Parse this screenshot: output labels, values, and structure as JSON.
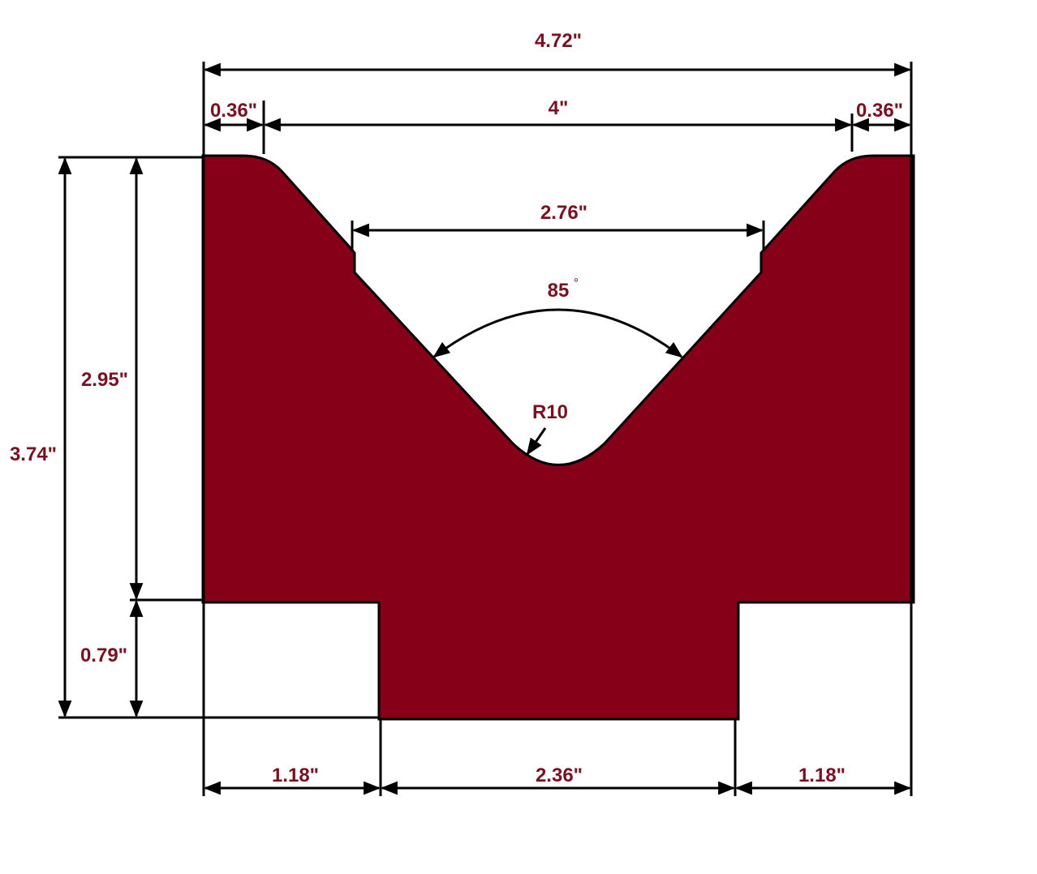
{
  "colors": {
    "part_fill": "#860018",
    "label": "#7d0f1e",
    "line": "#000000"
  },
  "dimensions": {
    "overall_width": "4.72\"",
    "left_shoulder": "0.36\"",
    "opening_width": "4\"",
    "right_shoulder": "0.36\"",
    "step_width": "2.76\"",
    "v_angle": "85",
    "angle_unit": "°",
    "bottom_radius": "R10",
    "overall_height": "3.74\"",
    "body_height": "2.95\"",
    "tang_height": "0.79\"",
    "bottom_left": "1.18\"",
    "tang_width": "2.36\"",
    "bottom_right": "1.18\""
  }
}
